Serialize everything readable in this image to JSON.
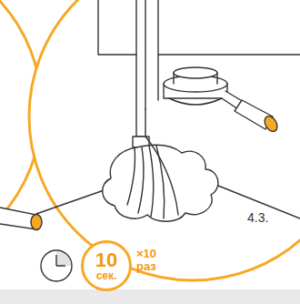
{
  "diagram": {
    "nodes": [
      {
        "text": [
          "10",
          "сек."
        ]
      }
    ],
    "labels": [
      "4.3.",
      "×10 раз"
    ]
  }
}
